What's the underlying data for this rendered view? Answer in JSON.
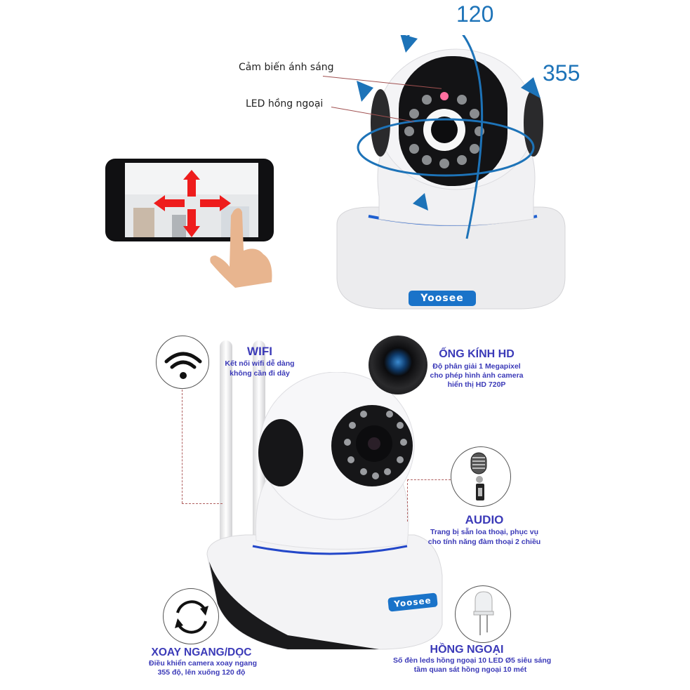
{
  "top": {
    "tilt_angle": "120",
    "pan_angle": "355",
    "labels": {
      "light_sensor": "Cảm biến ánh sáng",
      "ir_led": "LED hồng ngoại"
    },
    "brand_logo": "Yoosee"
  },
  "phone": {
    "arrows": [
      "up",
      "down",
      "left",
      "right"
    ]
  },
  "features": {
    "wifi": {
      "icon": "wifi-icon",
      "title": "WIFI",
      "desc": [
        "Kết nối wifi dễ dàng",
        "không cần đi dây"
      ]
    },
    "lens": {
      "icon": "lens-icon",
      "title": "ỐNG KÍNH HD",
      "desc": [
        "Độ phân giải 1 Megapixel",
        "cho phép hình ảnh camera",
        "hiển thị HD 720P"
      ]
    },
    "audio": {
      "icon": "microphone-icon",
      "title": "AUDIO",
      "desc": [
        "Trang bị sẵn loa thoại, phục vụ",
        "cho tính năng đàm thoại 2 chiều"
      ]
    },
    "rotate": {
      "icon": "rotate-icon",
      "title": "XOAY NGANG/DỌC",
      "desc": [
        "Điều khiển camera xoay ngang",
        "355 độ, lên xuống 120 độ"
      ]
    },
    "infrared": {
      "icon": "led-icon",
      "title": "HỒNG NGOẠI",
      "desc": [
        "Số đèn leds hồng ngoại  10 LED Ø5 siêu sáng",
        "tầm quan sát hồng ngoại 10 mét"
      ]
    }
  },
  "bottom": {
    "brand_logo": "Yoosee"
  },
  "colors": {
    "accent_blue": "#1d73b8",
    "feature_text": "#3b3ab8",
    "arrow_red": "#ee1c1c",
    "logo_blue": "#1a73c9"
  }
}
